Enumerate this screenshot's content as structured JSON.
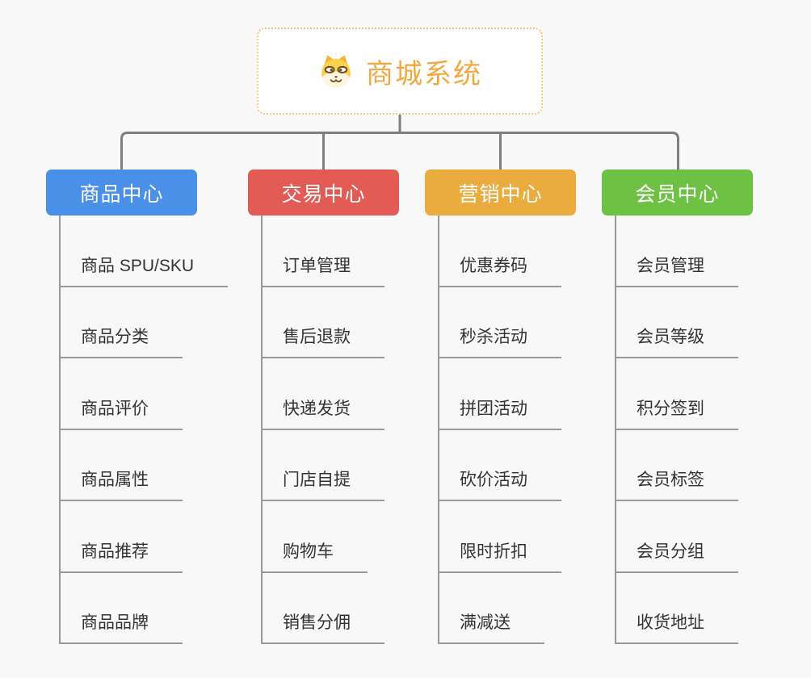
{
  "root": {
    "title": "商城系统",
    "icon": "shiba-dog-icon",
    "title_color": "#F0A843",
    "border_color": "#F5C87E"
  },
  "connector_color": "#7f7f7f",
  "line_color": "#9a9a9a",
  "item_text_color": "#333333",
  "branches": [
    {
      "label": "商品中心",
      "color": "#4A8FE8",
      "items": [
        "商品 SPU/SKU",
        "商品分类",
        "商品评价",
        "商品属性",
        "商品推荐",
        "商品品牌"
      ]
    },
    {
      "label": "交易中心",
      "color": "#E25C55",
      "items": [
        "订单管理",
        "售后退款",
        "快递发货",
        "门店自提",
        "购物车",
        "销售分佣"
      ]
    },
    {
      "label": "营销中心",
      "color": "#EBAC3F",
      "items": [
        "优惠券码",
        "秒杀活动",
        "拼团活动",
        "砍价活动",
        "限时折扣",
        "满减送"
      ]
    },
    {
      "label": "会员中心",
      "color": "#6DC244",
      "items": [
        "会员管理",
        "会员等级",
        "积分签到",
        "会员标签",
        "会员分组",
        "收货地址"
      ]
    }
  ]
}
